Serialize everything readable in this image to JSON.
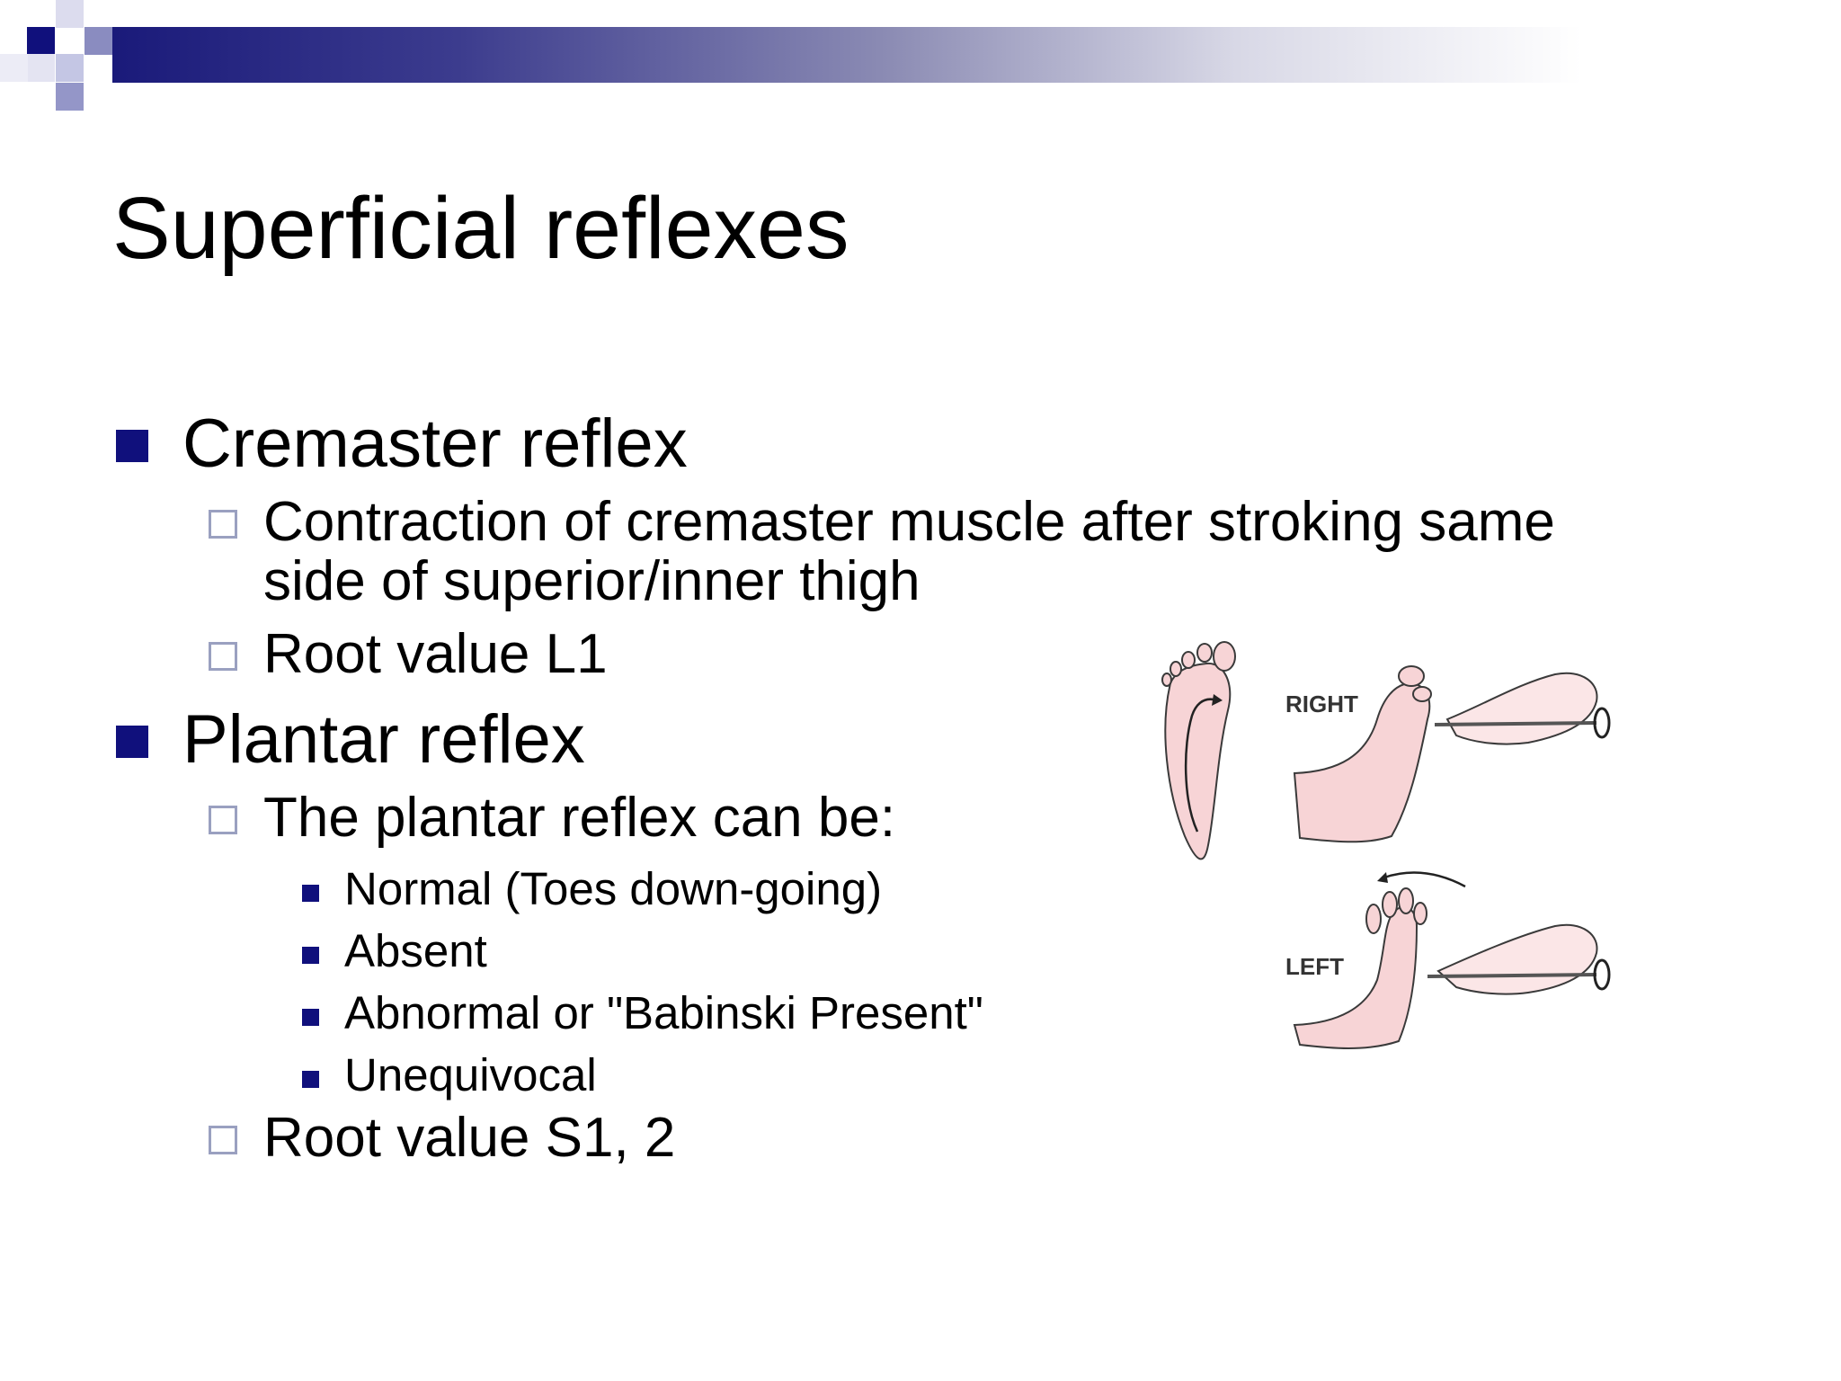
{
  "slide": {
    "title": "Superficial reflexes",
    "bullets": [
      {
        "text": "Cremaster reflex",
        "sub": [
          {
            "text_line1": "Contraction of cremaster muscle after stroking same",
            "text_line2": "side of superior/inner thigh"
          },
          {
            "text": "Root value L1"
          }
        ]
      },
      {
        "text": "Plantar reflex",
        "sub": [
          {
            "text": "The plantar reflex can be:",
            "items": [
              "Normal (Toes down-going)",
              "Absent",
              "Abnormal or \"Babinski Present\"",
              "Unequivocal"
            ]
          },
          {
            "text": "Root value S1, 2"
          }
        ]
      }
    ]
  },
  "illustration": {
    "label_right": "RIGHT",
    "label_left": "LEFT"
  },
  "colors": {
    "accent": "#10107c",
    "bullet_outline": "#9aa0c0",
    "skin": "#f7d4d6",
    "skin_outline": "#3a3a3a"
  }
}
